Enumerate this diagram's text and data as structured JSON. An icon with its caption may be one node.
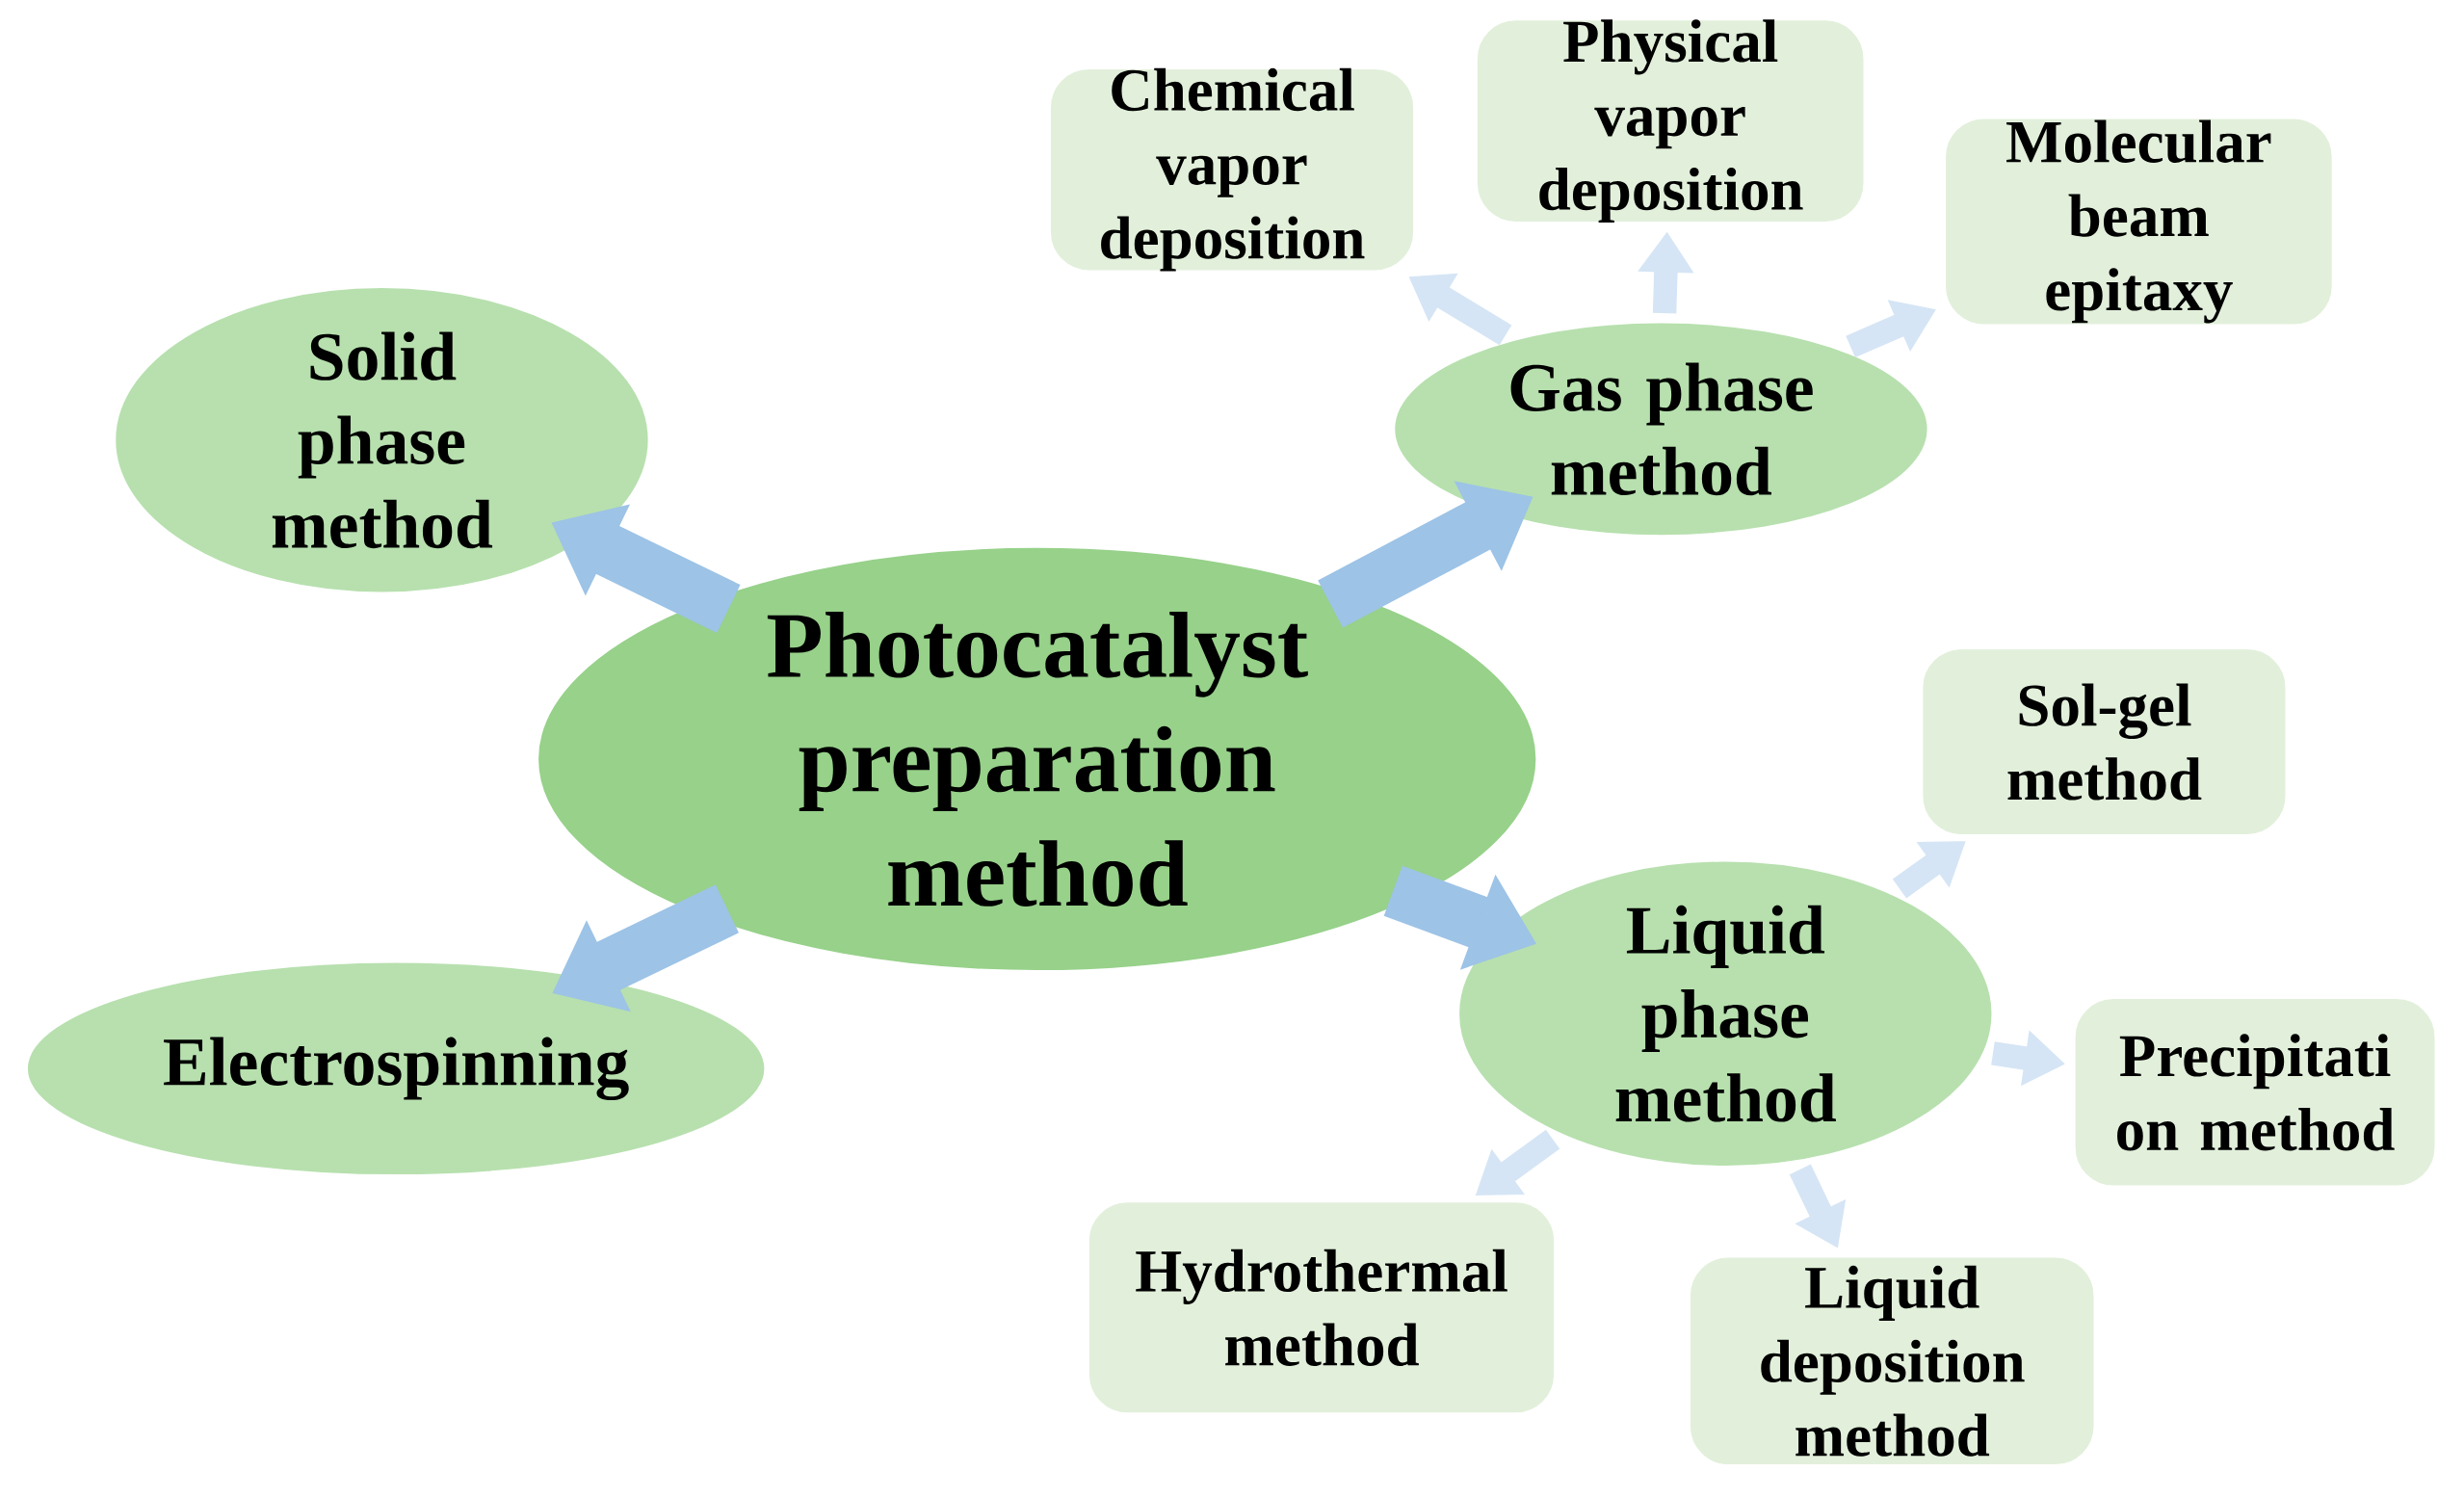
{
  "diagram": {
    "nodes": [
      {
        "text": [
          "Photocatalyst preparation method"
        ]
      },
      {
        "text": [
          "Solid phase method"
        ]
      },
      {
        "text": [
          "Gas phase method"
        ]
      },
      {
        "text": [
          "Liquid phase method"
        ]
      },
      {
        "text": [
          "Electrospinning"
        ]
      },
      {
        "text": [
          "Chemical vapor deposition"
        ]
      },
      {
        "text": [
          "Physical vapor deposition"
        ]
      },
      {
        "text": [
          "Molecular beam epitaxy"
        ]
      },
      {
        "text": [
          "Sol-gel method"
        ]
      },
      {
        "text": [
          "Precipitati on method"
        ]
      },
      {
        "text": [
          "Hydrothermal method"
        ]
      },
      {
        "text": [
          "Liquid deposition method"
        ]
      }
    ],
    "edges": [
      {
        "from": 0,
        "to": 1,
        "arrow": "to",
        "style": "thick",
        "color": "#9dc3e6"
      },
      {
        "from": 0,
        "to": 2,
        "arrow": "to",
        "style": "thick",
        "color": "#9dc3e6"
      },
      {
        "from": 0,
        "to": 3,
        "arrow": "to",
        "style": "thick",
        "color": "#9dc3e6"
      },
      {
        "from": 0,
        "to": 4,
        "arrow": "to",
        "style": "thick",
        "color": "#9dc3e6"
      },
      {
        "from": 2,
        "to": 5,
        "arrow": "to"
      },
      {
        "from": 2,
        "to": 6,
        "arrow": "to"
      },
      {
        "from": 2,
        "to": 7,
        "arrow": "to"
      },
      {
        "from": 3,
        "to": 8,
        "arrow": "to"
      },
      {
        "from": 3,
        "to": 9,
        "arrow": "to"
      },
      {
        "from": 3,
        "to": 10,
        "arrow": "to"
      },
      {
        "from": 3,
        "to": 11,
        "arrow": "to"
      }
    ]
  }
}
